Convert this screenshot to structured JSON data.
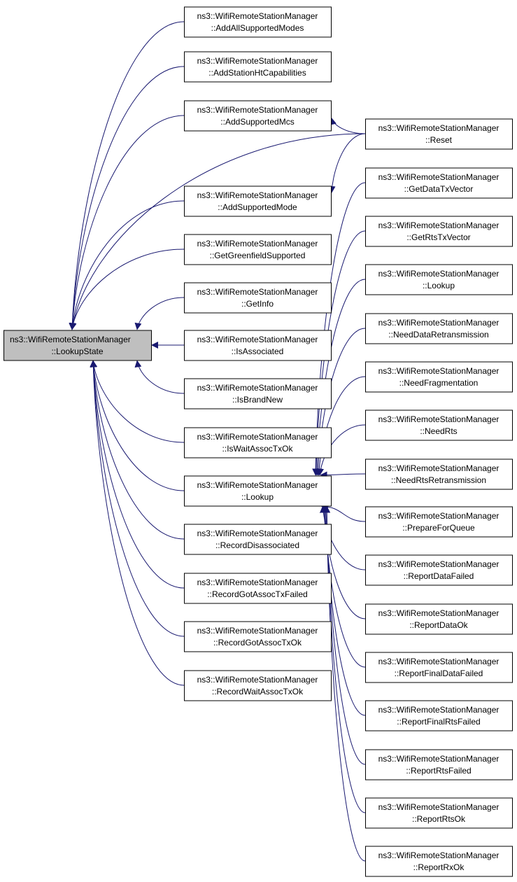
{
  "graph": {
    "colors": {
      "edge": "#191970",
      "node_border": "#000000",
      "root_fill": "#bfbfbf",
      "node_fill": "#ffffff"
    },
    "root": {
      "id": "LookupState",
      "line1": "ns3::WifiRemoteStationManager",
      "line2": "::LookupState"
    },
    "left_nodes": [
      {
        "id": "AddAllSupportedModes",
        "line1": "ns3::WifiRemoteStationManager",
        "line2": "::AddAllSupportedModes"
      },
      {
        "id": "AddStationHtCapabilities",
        "line1": "ns3::WifiRemoteStationManager",
        "line2": "::AddStationHtCapabilities"
      },
      {
        "id": "AddSupportedMcs",
        "line1": "ns3::WifiRemoteStationManager",
        "line2": "::AddSupportedMcs"
      },
      {
        "id": "AddSupportedMode",
        "line1": "ns3::WifiRemoteStationManager",
        "line2": "::AddSupportedMode"
      },
      {
        "id": "GetGreenfieldSupported",
        "line1": "ns3::WifiRemoteStationManager",
        "line2": "::GetGreenfieldSupported"
      },
      {
        "id": "GetInfo",
        "line1": "ns3::WifiRemoteStationManager",
        "line2": "::GetInfo"
      },
      {
        "id": "IsAssociated",
        "line1": "ns3::WifiRemoteStationManager",
        "line2": "::IsAssociated"
      },
      {
        "id": "IsBrandNew",
        "line1": "ns3::WifiRemoteStationManager",
        "line2": "::IsBrandNew"
      },
      {
        "id": "IsWaitAssocTxOk",
        "line1": "ns3::WifiRemoteStationManager",
        "line2": "::IsWaitAssocTxOk"
      },
      {
        "id": "LookupMid",
        "line1": "ns3::WifiRemoteStationManager",
        "line2": "::Lookup"
      },
      {
        "id": "RecordDisassociated",
        "line1": "ns3::WifiRemoteStationManager",
        "line2": "::RecordDisassociated"
      },
      {
        "id": "RecordGotAssocTxFailed",
        "line1": "ns3::WifiRemoteStationManager",
        "line2": "::RecordGotAssocTxFailed"
      },
      {
        "id": "RecordGotAssocTxOk",
        "line1": "ns3::WifiRemoteStationManager",
        "line2": "::RecordGotAssocTxOk"
      },
      {
        "id": "RecordWaitAssocTxOk",
        "line1": "ns3::WifiRemoteStationManager",
        "line2": "::RecordWaitAssocTxOk"
      }
    ],
    "right_nodes": [
      {
        "id": "Reset",
        "line1": "ns3::WifiRemoteStationManager",
        "line2": "::Reset"
      },
      {
        "id": "GetDataTxVector",
        "line1": "ns3::WifiRemoteStationManager",
        "line2": "::GetDataTxVector"
      },
      {
        "id": "GetRtsTxVector",
        "line1": "ns3::WifiRemoteStationManager",
        "line2": "::GetRtsTxVector"
      },
      {
        "id": "LookupRight",
        "line1": "ns3::WifiRemoteStationManager",
        "line2": "::Lookup"
      },
      {
        "id": "NeedDataRetransmission",
        "line1": "ns3::WifiRemoteStationManager",
        "line2": "::NeedDataRetransmission"
      },
      {
        "id": "NeedFragmentation",
        "line1": "ns3::WifiRemoteStationManager",
        "line2": "::NeedFragmentation"
      },
      {
        "id": "NeedRts",
        "line1": "ns3::WifiRemoteStationManager",
        "line2": "::NeedRts"
      },
      {
        "id": "NeedRtsRetransmission",
        "line1": "ns3::WifiRemoteStationManager",
        "line2": "::NeedRtsRetransmission"
      },
      {
        "id": "PrepareForQueue",
        "line1": "ns3::WifiRemoteStationManager",
        "line2": "::PrepareForQueue"
      },
      {
        "id": "ReportDataFailed",
        "line1": "ns3::WifiRemoteStationManager",
        "line2": "::ReportDataFailed"
      },
      {
        "id": "ReportDataOk",
        "line1": "ns3::WifiRemoteStationManager",
        "line2": "::ReportDataOk"
      },
      {
        "id": "ReportFinalDataFailed",
        "line1": "ns3::WifiRemoteStationManager",
        "line2": "::ReportFinalDataFailed"
      },
      {
        "id": "ReportFinalRtsFailed",
        "line1": "ns3::WifiRemoteStationManager",
        "line2": "::ReportFinalRtsFailed"
      },
      {
        "id": "ReportRtsFailed",
        "line1": "ns3::WifiRemoteStationManager",
        "line2": "::ReportRtsFailed"
      },
      {
        "id": "ReportRtsOk",
        "line1": "ns3::WifiRemoteStationManager",
        "line2": "::ReportRtsOk"
      },
      {
        "id": "ReportRxOk",
        "line1": "ns3::WifiRemoteStationManager",
        "line2": "::ReportRxOk"
      }
    ],
    "edges": [
      {
        "from": "AddAllSupportedModes",
        "to": "LookupState"
      },
      {
        "from": "AddStationHtCapabilities",
        "to": "LookupState"
      },
      {
        "from": "AddSupportedMcs",
        "to": "LookupState"
      },
      {
        "from": "AddSupportedMode",
        "to": "LookupState"
      },
      {
        "from": "GetGreenfieldSupported",
        "to": "LookupState"
      },
      {
        "from": "GetInfo",
        "to": "LookupState"
      },
      {
        "from": "IsAssociated",
        "to": "LookupState"
      },
      {
        "from": "IsBrandNew",
        "to": "LookupState"
      },
      {
        "from": "IsWaitAssocTxOk",
        "to": "LookupState"
      },
      {
        "from": "LookupMid",
        "to": "LookupState"
      },
      {
        "from": "RecordDisassociated",
        "to": "LookupState"
      },
      {
        "from": "RecordGotAssocTxFailed",
        "to": "LookupState"
      },
      {
        "from": "RecordGotAssocTxOk",
        "to": "LookupState"
      },
      {
        "from": "RecordWaitAssocTxOk",
        "to": "LookupState"
      },
      {
        "from": "Reset",
        "to": "AddSupportedMcs"
      },
      {
        "from": "Reset",
        "to": "AddSupportedMode"
      },
      {
        "from": "Reset",
        "to": "LookupState"
      },
      {
        "from": "GetDataTxVector",
        "to": "LookupMid"
      },
      {
        "from": "GetRtsTxVector",
        "to": "LookupMid"
      },
      {
        "from": "LookupRight",
        "to": "LookupMid"
      },
      {
        "from": "NeedDataRetransmission",
        "to": "LookupMid"
      },
      {
        "from": "NeedFragmentation",
        "to": "LookupMid"
      },
      {
        "from": "NeedRts",
        "to": "LookupMid"
      },
      {
        "from": "NeedRtsRetransmission",
        "to": "LookupMid"
      },
      {
        "from": "PrepareForQueue",
        "to": "LookupMid"
      },
      {
        "from": "ReportDataFailed",
        "to": "LookupMid"
      },
      {
        "from": "ReportDataOk",
        "to": "LookupMid"
      },
      {
        "from": "ReportFinalDataFailed",
        "to": "LookupMid"
      },
      {
        "from": "ReportFinalRtsFailed",
        "to": "LookupMid"
      },
      {
        "from": "ReportRtsFailed",
        "to": "LookupMid"
      },
      {
        "from": "ReportRtsOk",
        "to": "LookupMid"
      },
      {
        "from": "ReportRxOk",
        "to": "LookupMid"
      }
    ]
  }
}
